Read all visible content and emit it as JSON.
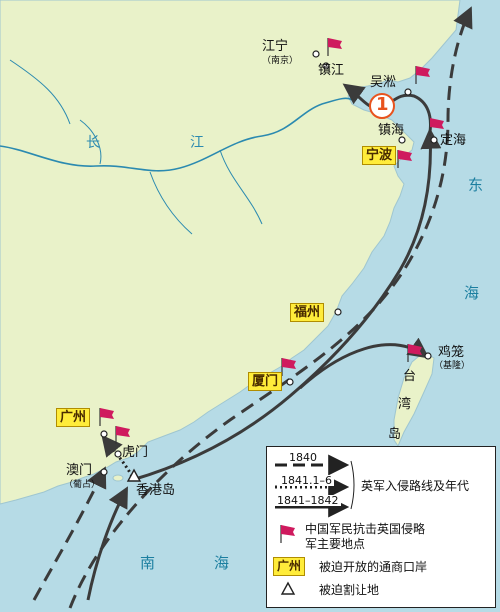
{
  "places": {
    "jiangning": "江宁",
    "nanjing": "（南京）",
    "zhenjiang": "镇江",
    "wusong": "吴淞",
    "zhenhai": "镇海",
    "dinghai": "定海",
    "jilong": "鸡笼",
    "jilong_note": "（基隆）",
    "humen": "虎门",
    "macao": "澳门",
    "macao_note": "（葡占）",
    "hongkong": "香港岛",
    "taiwan_1": "台",
    "taiwan_2": "湾",
    "taiwan_3": "岛"
  },
  "ports": {
    "ningbo": "宁波",
    "fuzhou": "福州",
    "xiamen": "厦门",
    "guangzhou": "广州"
  },
  "seas": {
    "east_1": "东",
    "east_2": "海",
    "south_1": "南",
    "south_2": "海"
  },
  "river": {
    "char_1": "长",
    "char_2": "江"
  },
  "marker": "1",
  "legend": {
    "year_1840": "1840",
    "year_1841": "1841.1–6",
    "year_1841_1842": "1841–1842",
    "routes_label": "英军入侵路线及年代",
    "resistance_label_1": "中国军民抗击英国侵略",
    "resistance_label_2": "军主要地点",
    "port_sample": "广州",
    "port_label": "被迫开放的通商口岸",
    "ceded_label": "被迫割让地"
  },
  "colors": {
    "land": "#e9f2c9",
    "sea": "#b6dbe6",
    "flag": "#cf1a5e",
    "route": "#3b3b3b",
    "port_fill": "#ffec3a",
    "marker": "#e8531e"
  }
}
